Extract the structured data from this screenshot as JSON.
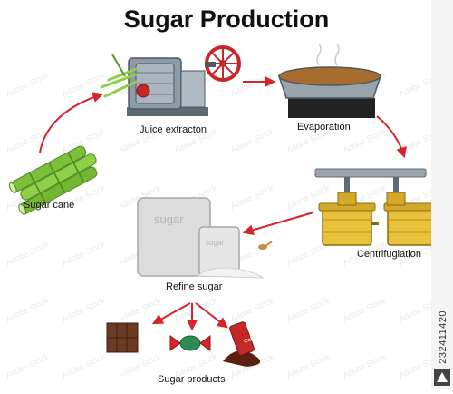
{
  "title": "Sugar Production",
  "stages": {
    "sugar_cane": "Sugar cane",
    "juice_extraction": "Juice extracton",
    "evaporation": "Evaporation",
    "centrifugation": "Centrifugiation",
    "refine_sugar": "Refine sugar",
    "sugar_products": "Sugar products"
  },
  "bag_text": {
    "large": "sugar",
    "small": "sugar"
  },
  "can_text": "Cola",
  "stock_id": "232411420",
  "colors": {
    "arrow": "#d8232a",
    "cane": "#7cbf3b",
    "tank": "#e8c23a",
    "machine": "#8e9aa6",
    "wheel": "#c62828"
  }
}
